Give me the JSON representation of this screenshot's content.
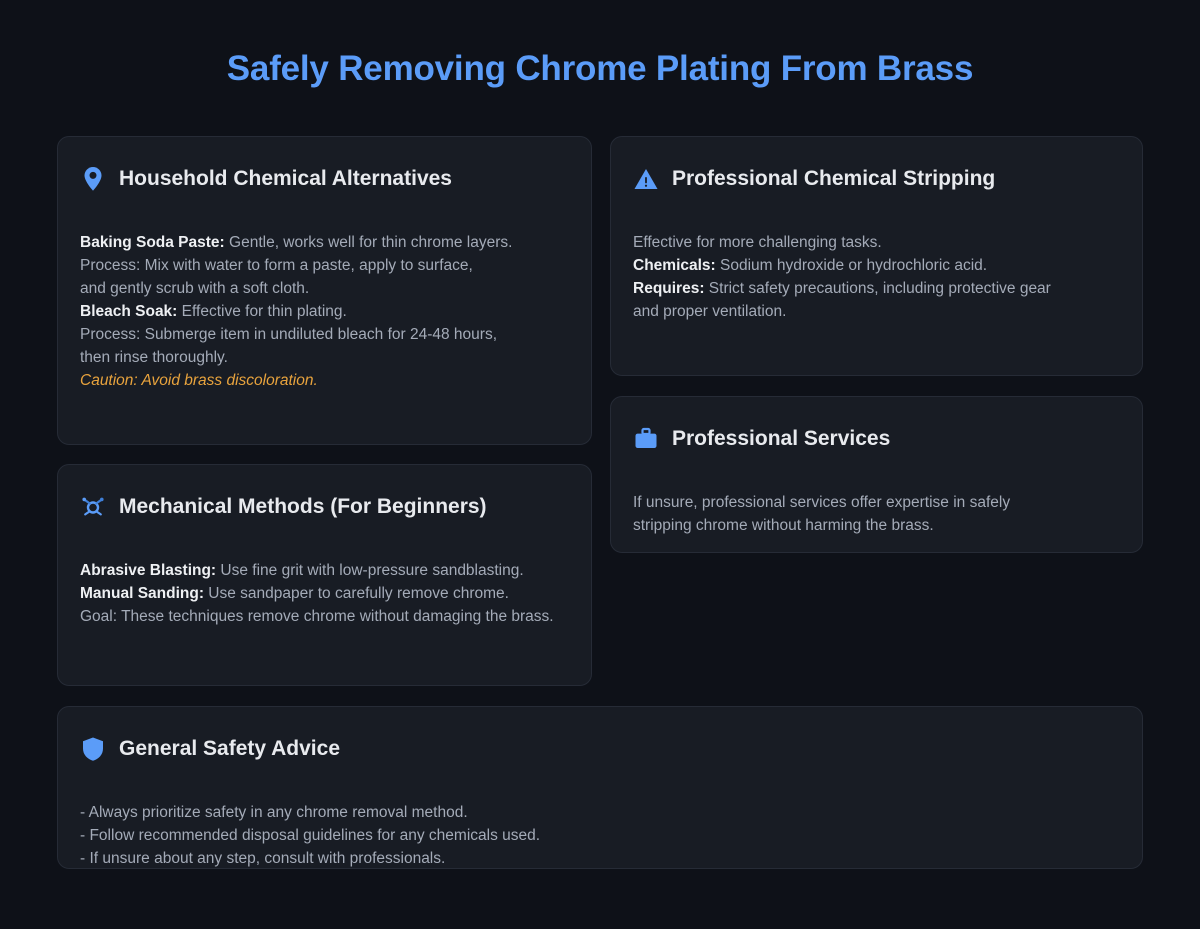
{
  "page": {
    "title": "Safely Removing Chrome Plating From Brass",
    "background_color": "#0e1118",
    "title_color": "#5b9cf8",
    "card_color": "#181c24",
    "caution_color": "#e8a33d",
    "icon_color": "#5b9cf8"
  },
  "cards": [
    {
      "id": "household",
      "icon": "location-pin-icon",
      "title": "Household Chemical Alternatives",
      "lines": [
        {
          "bold": "Baking Soda Paste:",
          "text": " Gentle, works well for thin chrome layers."
        },
        {
          "bold": "",
          "text": "Process: Mix with water to form a paste, apply to surface,"
        },
        {
          "bold": "",
          "text": "and gently scrub with a soft cloth."
        },
        {
          "bold": "Bleach Soak:",
          "text": " Effective for thin plating."
        },
        {
          "bold": "",
          "text": "Process: Submerge item in undiluted bleach for 24-48 hours,"
        },
        {
          "bold": "",
          "text": "then rinse thoroughly."
        },
        {
          "bold": "",
          "text": "Caution: Avoid brass discoloration.",
          "style": "caution"
        }
      ]
    },
    {
      "id": "chemical",
      "icon": "warning-triangle-icon",
      "title": "Professional Chemical Stripping",
      "lines": [
        {
          "bold": "",
          "text": "Effective for more challenging tasks."
        },
        {
          "bold": "Chemicals:",
          "text": " Sodium hydroxide or hydrochloric acid."
        },
        {
          "bold": "Requires:",
          "text": " Strict safety precautions, including protective gear"
        },
        {
          "bold": "",
          "text": "and proper ventilation."
        }
      ]
    },
    {
      "id": "services",
      "icon": "briefcase-icon",
      "title": "Professional Services",
      "lines": [
        {
          "bold": "",
          "text": "If unsure, professional services offer expertise in safely"
        },
        {
          "bold": "",
          "text": "stripping chrome without harming the brass."
        }
      ]
    },
    {
      "id": "mechanical",
      "icon": "tool-gear-icon",
      "title": "Mechanical Methods (For Beginners)",
      "lines": [
        {
          "bold": "Abrasive Blasting:",
          "text": " Use fine grit with low-pressure sandblasting."
        },
        {
          "bold": "Manual Sanding:",
          "text": " Use sandpaper to carefully remove chrome."
        },
        {
          "bold": "",
          "text": "Goal: These techniques remove chrome without damaging the brass."
        }
      ]
    },
    {
      "id": "safety",
      "icon": "shield-icon",
      "title": "General Safety Advice",
      "lines": [
        {
          "bold": "",
          "text": "- Always prioritize safety in any chrome removal method."
        },
        {
          "bold": "",
          "text": "- Follow recommended disposal guidelines for any chemicals used."
        },
        {
          "bold": "",
          "text": "- If unsure about any step, consult with professionals."
        }
      ]
    }
  ]
}
